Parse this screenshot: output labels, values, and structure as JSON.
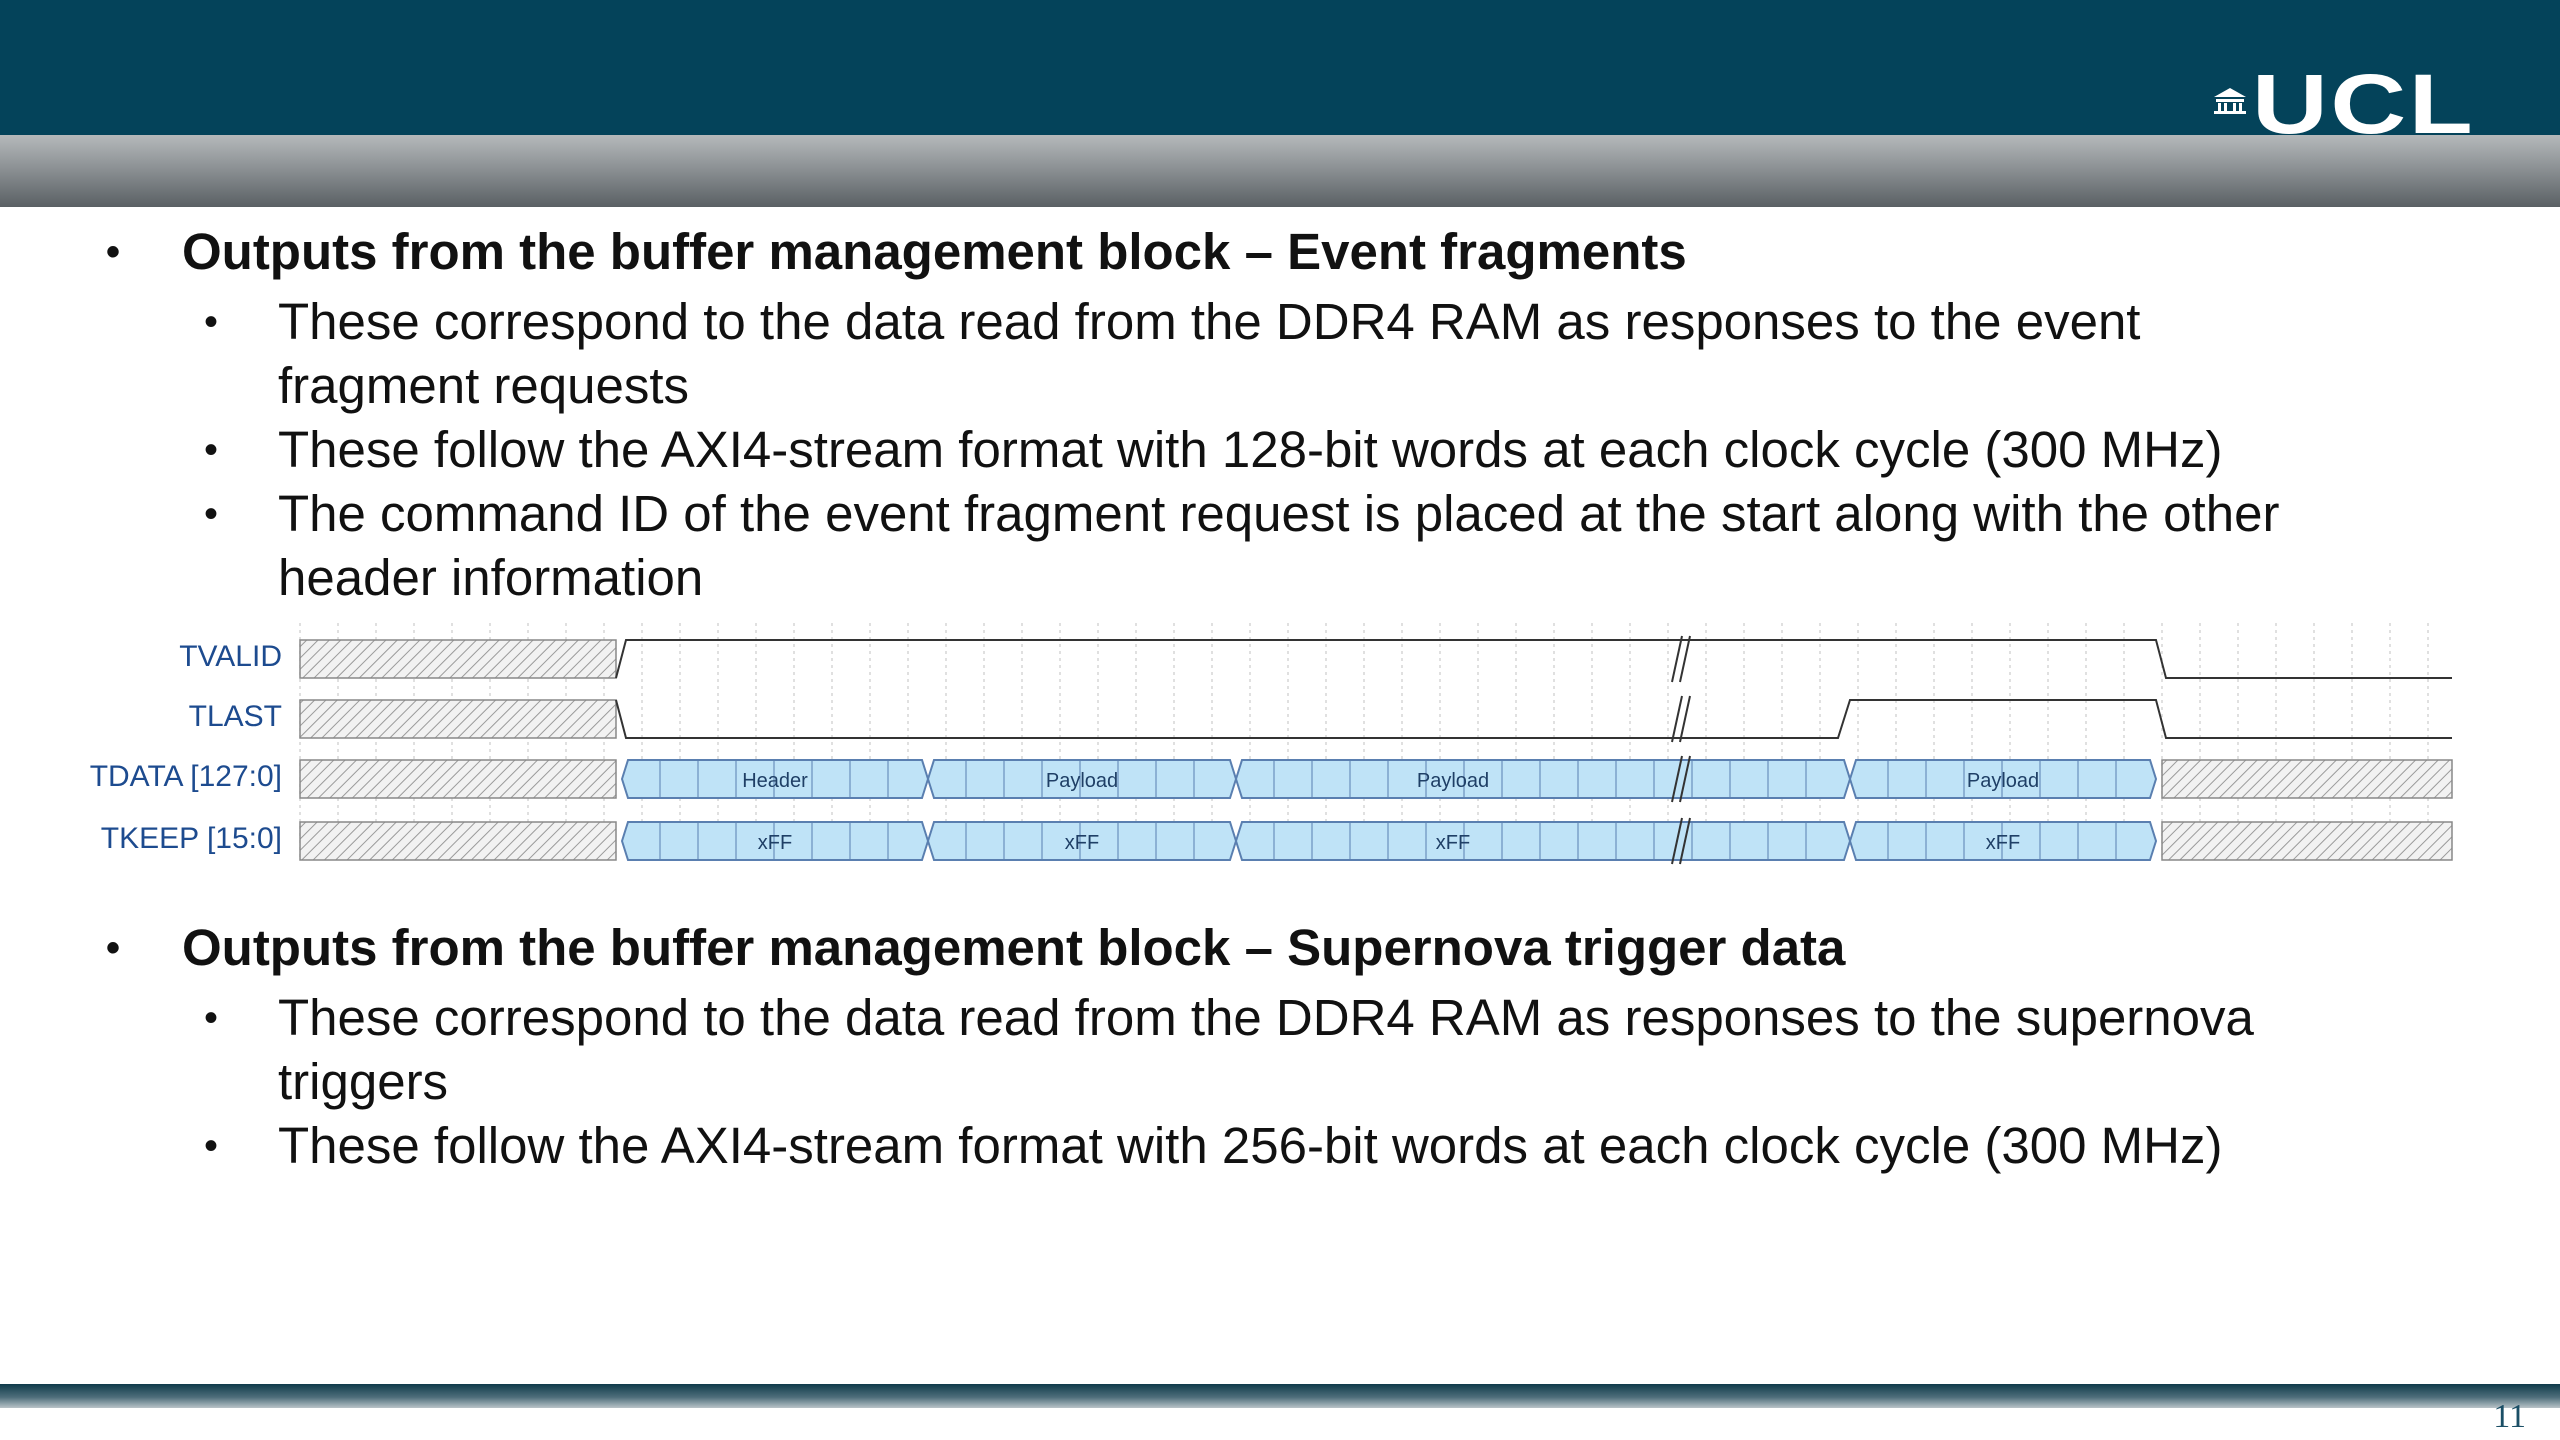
{
  "slide": {
    "logo_text": "UCL",
    "page_number": "11",
    "colors": {
      "header": "#04435a",
      "wave_fill": "#bfe3f7",
      "wave_stroke": "#5a7fb0",
      "label": "#1d4b8f"
    }
  },
  "sections": [
    {
      "heading": "Outputs from the buffer management block – Event fragments",
      "items": [
        "These correspond to the data read from the DDR4 RAM as responses to the event fragment requests",
        "These follow the AXI4-stream format with 128-bit words at each clock cycle (300 MHz)",
        "The command ID of the event fragment request is placed at the start along with the other header information"
      ]
    },
    {
      "heading": "Outputs from the buffer management block – Supernova trigger data",
      "items": [
        "These correspond to the data read from the DDR4 RAM as responses to the supernova triggers",
        "These follow the AXI4-stream format with 256-bit words at each clock cycle (300 MHz)"
      ]
    }
  ],
  "timing": {
    "signals": [
      "TVALID",
      "TLAST",
      "TDATA [127:0]",
      "TKEEP [15:0]"
    ],
    "tdata_segments": [
      "Header",
      "Payload",
      "Payload",
      "Payload"
    ],
    "tkeep_segments": [
      "xFF",
      "xFF",
      "xFF",
      "xFF"
    ]
  }
}
